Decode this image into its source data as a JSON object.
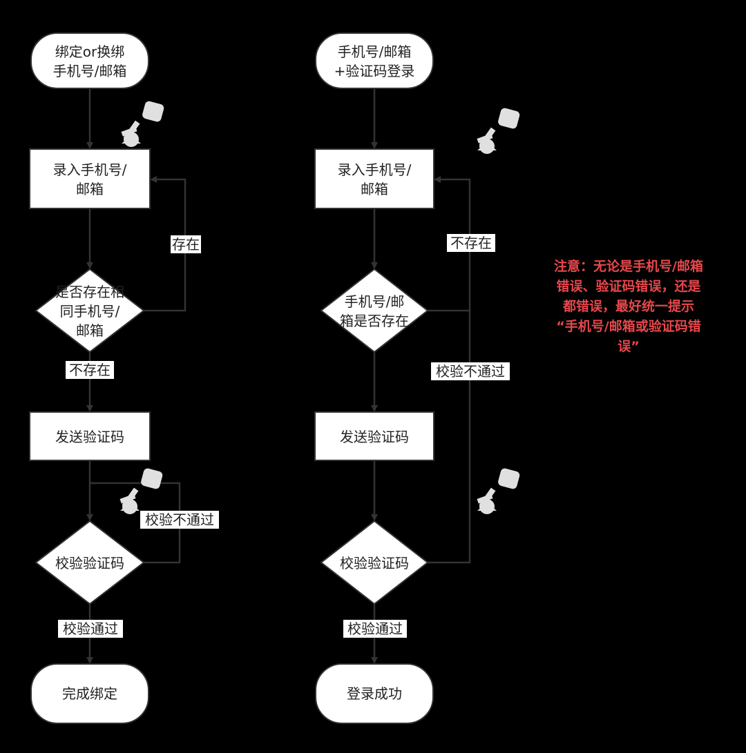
{
  "left_flow": {
    "start": [
      "绑定or换绑",
      "手机号/邮箱"
    ],
    "input": [
      "录入手机号/",
      "邮箱"
    ],
    "check": [
      "是否存在相",
      "同手机号/",
      "邮箱"
    ],
    "exists_label": "存在",
    "not_exists_label": "不存在",
    "send": "发送验证码",
    "verify": "校验验证码",
    "fail_label": "校验不通过",
    "pass_label": "校验通过",
    "end": "完成绑定"
  },
  "right_flow": {
    "start": [
      "手机号/邮箱",
      "+验证码登录"
    ],
    "input": [
      "录入手机号/",
      "邮箱"
    ],
    "check": [
      "手机号/邮",
      "箱是否存在"
    ],
    "not_exists_label": "不存在",
    "fail_label": "校验不通过",
    "send": "发送验证码",
    "verify": "校验验证码",
    "pass_label": "校验通过",
    "end": "登录成功"
  },
  "note": [
    "注意：无论是手机号/邮箱",
    "错误、验证码错误，还是",
    "都错误，最好统一提示",
    "“手机号/邮箱或验证码错",
    "误”"
  ],
  "colors": {
    "background": "#000000",
    "node": "#ffffff",
    "line": "#333333",
    "note": "#e8474b",
    "icon": "#e0e0e0"
  }
}
